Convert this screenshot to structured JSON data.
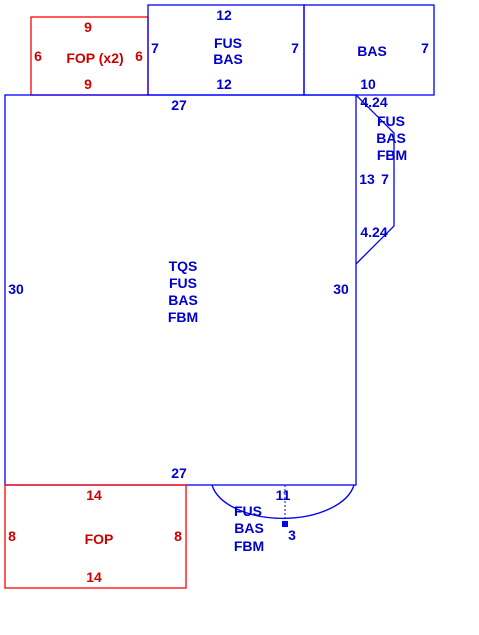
{
  "colors": {
    "living_area": "#0000ff",
    "living_text": "#0000cc",
    "porch": "#ff0000",
    "porch_text": "#cc0000"
  },
  "areas": {
    "top_porch": {
      "label": "FOP (x2)",
      "dims": {
        "top": "9",
        "bottom": "9",
        "left": "6",
        "right": "6"
      }
    },
    "top_middle": {
      "labels": [
        "FUS",
        "BAS"
      ],
      "dims": {
        "top": "12",
        "bottom": "12",
        "left": "7",
        "right": "7"
      }
    },
    "top_right": {
      "label": "BAS",
      "dims": {
        "right": "7",
        "bottom": "10"
      }
    },
    "main": {
      "labels": [
        "TQS",
        "FUS",
        "BAS",
        "FBM"
      ],
      "dims": {
        "top": "27",
        "bottom": "27",
        "left": "30",
        "right": "30"
      }
    },
    "bay": {
      "labels": [
        "FUS",
        "BAS",
        "FBM"
      ],
      "dims": {
        "top_diag": "4.24",
        "side": "13",
        "side_offset": "7",
        "bottom_diag": "4.24"
      }
    },
    "bottom_porch": {
      "label": "FOP",
      "dims": {
        "top": "14",
        "bottom": "14",
        "left": "8",
        "right": "8"
      }
    },
    "arc": {
      "labels": [
        "FUS",
        "BAS",
        "FBM"
      ],
      "dims": {
        "chord": "11",
        "radius": "3"
      }
    }
  }
}
